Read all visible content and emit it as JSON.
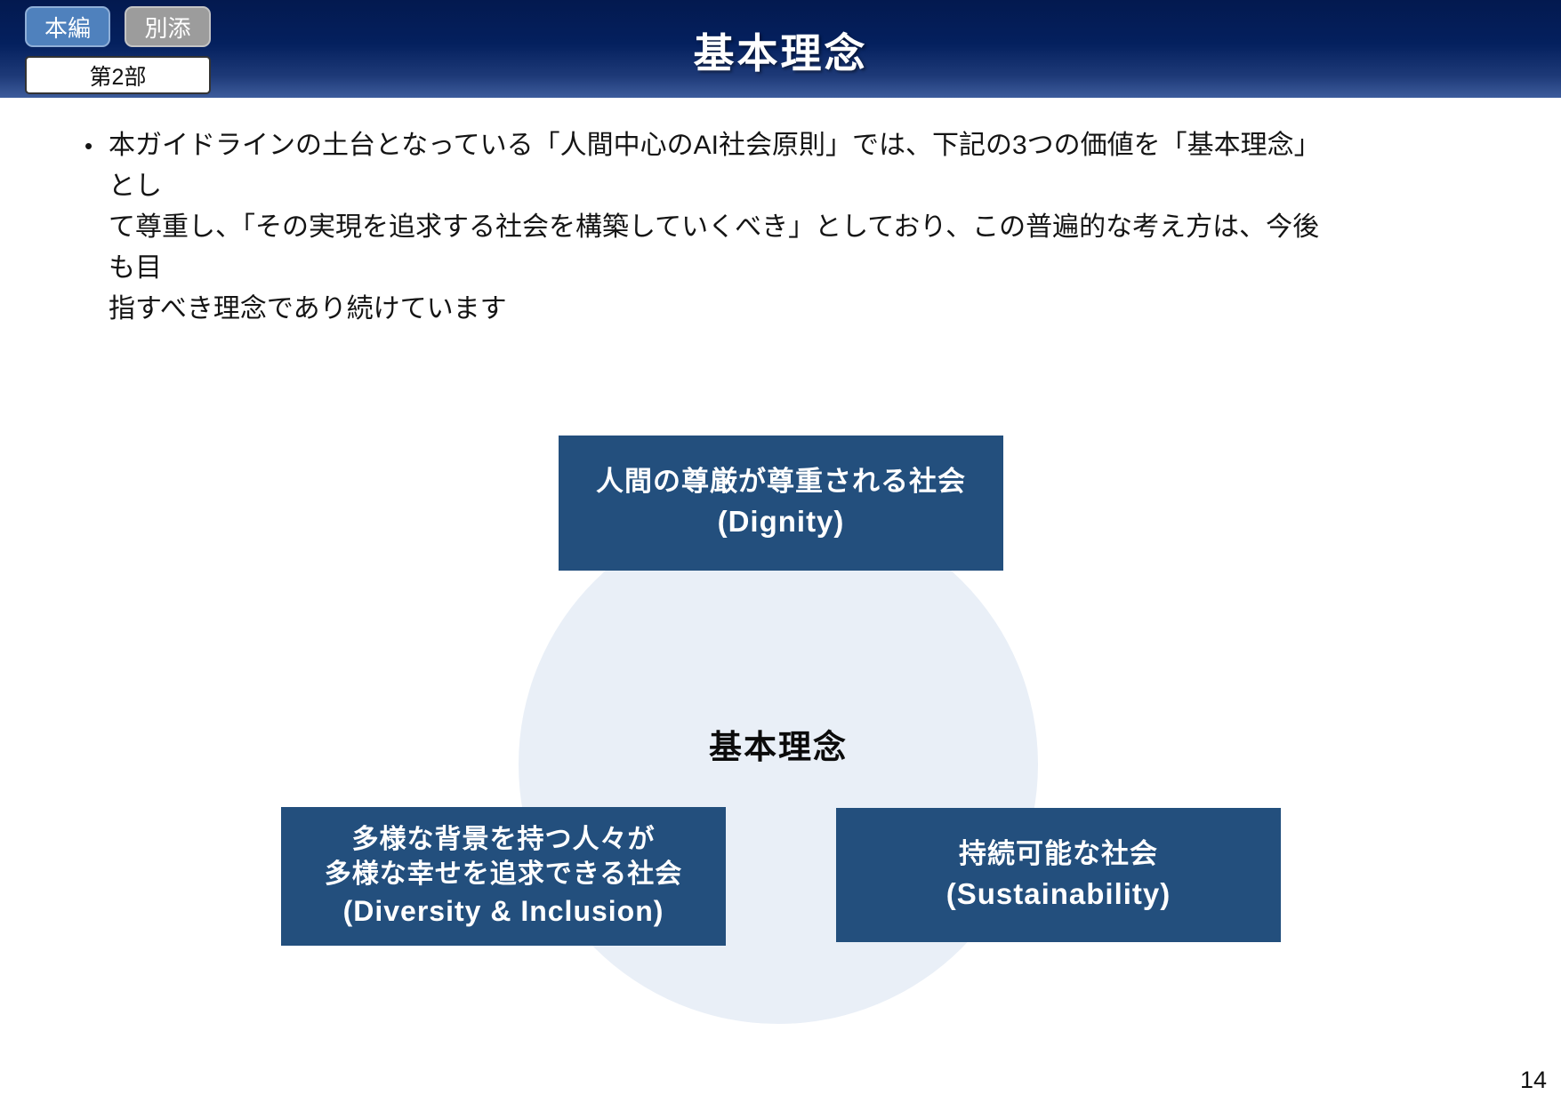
{
  "header": {
    "title": "基本理念",
    "tabs": [
      {
        "label": "本編"
      },
      {
        "label": "別添"
      }
    ],
    "section": "第2部"
  },
  "body": {
    "bullet_glyph": "•",
    "lines": [
      "本ガイドラインの土台となっている「人間中心のAI社会原則」では、下記の3つの価値を「基本理念」とし",
      "て尊重し、「その実現を追求する社会を構築していくべき」としており、この普遍的な考え方は、今後も目",
      "指すべき理念であり続けています"
    ]
  },
  "diagram": {
    "center_label": "基本理念",
    "top_box": {
      "jp": "人間の尊厳が尊重される社会",
      "en": "(Dignity)"
    },
    "left_box": {
      "jp1": "多様な背景を持つ人々が",
      "jp2": "多様な幸せを追求できる社会",
      "en": "(Diversity & Inclusion)"
    },
    "right_box": {
      "jp": "持続可能な社会",
      "en": "(Sustainability)"
    }
  },
  "footer": {
    "page_number": "14"
  },
  "colors": {
    "header_gradient_top": "#03194F",
    "header_gradient_bottom": "#3D5C9C",
    "diagram_box_blue": "#234F7D",
    "circle_fill": "#E9EFF7",
    "tab_active_blue": "#4F81BD",
    "tab_inactive_gray": "#9C9C9C"
  }
}
